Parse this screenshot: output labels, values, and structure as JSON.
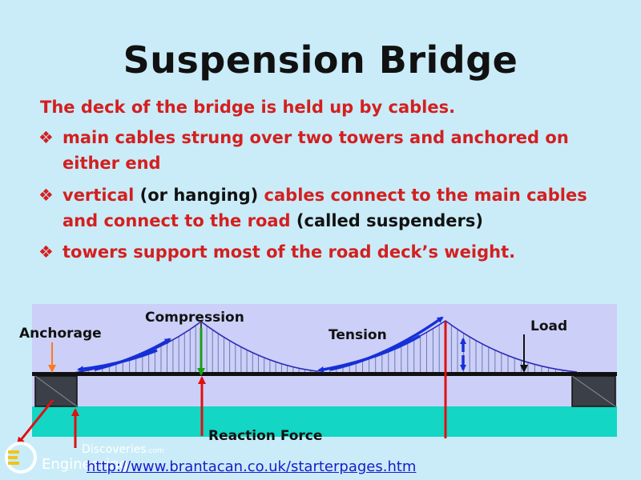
{
  "slide": {
    "title": "Suspension Bridge",
    "lead": "The deck of the bridge is held up by cables.",
    "bullet_symbol": "❖",
    "bullets": [
      {
        "text": "main cables strung over two towers and anchored on either end"
      },
      {
        "red1": "vertical ",
        "black1": "(or hanging) ",
        "red2": "cables connect to the main cables and connect to the road ",
        "black2": "(called suspenders)"
      },
      {
        "text": "towers support most of the road deck’s weight."
      }
    ]
  },
  "diagram": {
    "labels": {
      "anchorage": "Anchorage",
      "compression": "Compression",
      "tension": "Tension",
      "load": "Load",
      "reaction_force": "Reaction Force"
    },
    "colors": {
      "panel": "#cccff7",
      "water": "#13d6c4",
      "deck": "#111111",
      "cable": "#2b2bb8",
      "suspender": "#6c7bb4",
      "arrow_blue": "#1530d8",
      "arrow_red": "#e01010",
      "arrow_green": "#1aa01a",
      "arrow_orange": "#ff7a1a"
    }
  },
  "footer": {
    "url": "http://www.brantacan.co.uk/starterpages.htm",
    "logo_top": "Discoveries",
    "logo_top_suffix": ".com",
    "logo_bottom": "Engineering"
  }
}
